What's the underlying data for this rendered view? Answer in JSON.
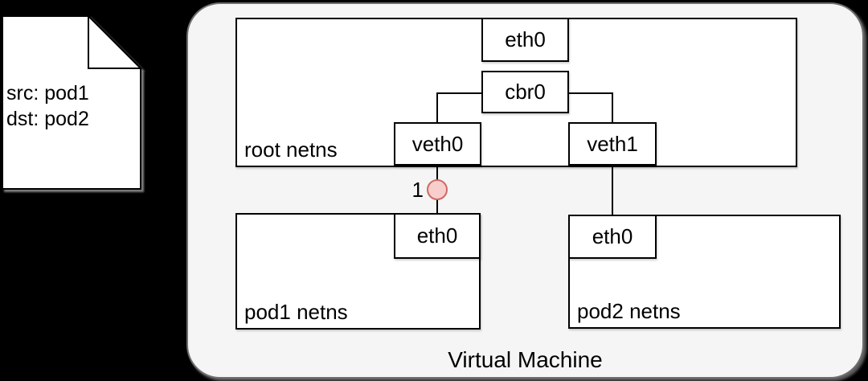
{
  "note": {
    "line1": "src: pod1",
    "line2": "dst: pod2"
  },
  "vm": {
    "label": "Virtual Machine",
    "fill": "#f5f5f5",
    "border_color": "#6f6f6f"
  },
  "namespaces": {
    "root": {
      "label": "root netns"
    },
    "pod1": {
      "label": "pod1 netns"
    },
    "pod2": {
      "label": "pod2 netns"
    }
  },
  "interfaces": {
    "root_eth0": {
      "label": "eth0"
    },
    "cbr0": {
      "label": "cbr0"
    },
    "veth0": {
      "label": "veth0"
    },
    "veth1": {
      "label": "veth1"
    },
    "pod1_eth0": {
      "label": "eth0"
    },
    "pod2_eth0": {
      "label": "eth0"
    }
  },
  "marker": {
    "label": "1",
    "fill": "#f8cecc",
    "stroke": "#cc6b63"
  }
}
